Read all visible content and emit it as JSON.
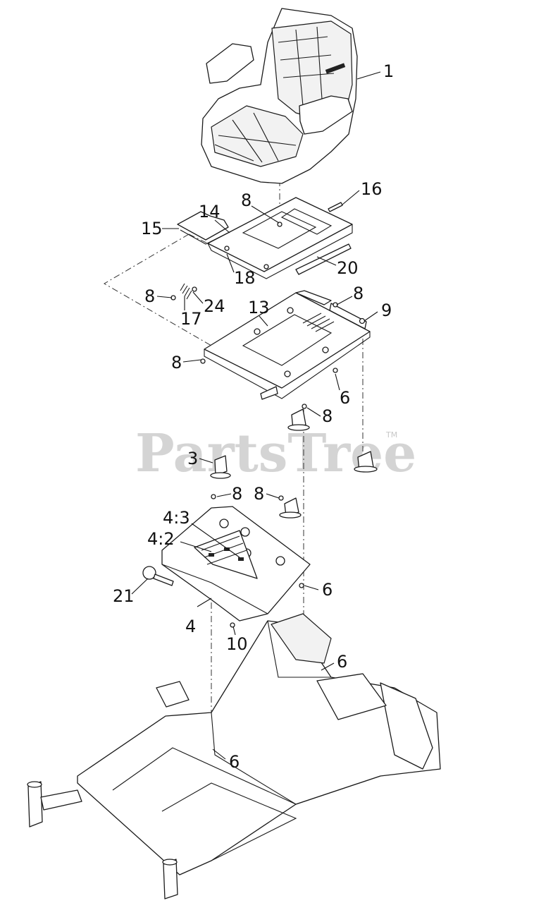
{
  "watermark": {
    "brand": "PartsTree",
    "trademark": "TM"
  },
  "callouts": [
    {
      "id": "c1",
      "label": "1"
    },
    {
      "id": "c16",
      "label": "16"
    },
    {
      "id": "c8a",
      "label": "8"
    },
    {
      "id": "c14",
      "label": "14"
    },
    {
      "id": "c20",
      "label": "20"
    },
    {
      "id": "c18",
      "label": "18"
    },
    {
      "id": "c15",
      "label": "15"
    },
    {
      "id": "c8b",
      "label": "8"
    },
    {
      "id": "c24",
      "label": "24"
    },
    {
      "id": "c17",
      "label": "17"
    },
    {
      "id": "c8c",
      "label": "8"
    },
    {
      "id": "c9",
      "label": "9"
    },
    {
      "id": "c13",
      "label": "13"
    },
    {
      "id": "c8d",
      "label": "8"
    },
    {
      "id": "c6a",
      "label": "6"
    },
    {
      "id": "c8e",
      "label": "8"
    },
    {
      "id": "c3",
      "label": "3"
    },
    {
      "id": "c8f",
      "label": "8"
    },
    {
      "id": "c8g",
      "label": "8"
    },
    {
      "id": "c43",
      "label": "4:3"
    },
    {
      "id": "c42",
      "label": "4:2"
    },
    {
      "id": "c21",
      "label": "21"
    },
    {
      "id": "c6b",
      "label": "6"
    },
    {
      "id": "c4",
      "label": "4"
    },
    {
      "id": "c10",
      "label": "10"
    },
    {
      "id": "c6c",
      "label": "6"
    },
    {
      "id": "c6d",
      "label": "6"
    }
  ]
}
